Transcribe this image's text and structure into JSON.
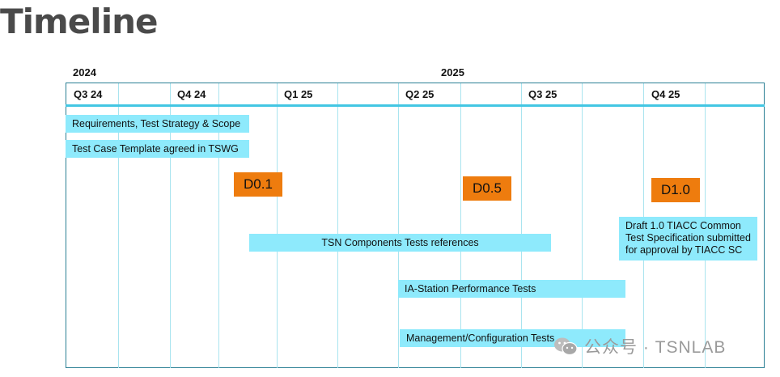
{
  "title": "Timeline",
  "years": [
    "2024",
    "2025"
  ],
  "quarters": [
    "Q3 24",
    "Q4 24",
    "Q1 25",
    "Q2 25",
    "Q3 25",
    "Q4 25"
  ],
  "tasks": {
    "requirements": "Requirements, Test Strategy & Scope",
    "template": "Test Case Template agreed in TSWG",
    "tsn_components": "TSN Components Tests references",
    "ia_station": "IA-Station Performance Tests",
    "management": "Management/Configuration Tests",
    "draft": "Draft 1.0 TIACC Common Test Specification submitted for approval by TIACC SC"
  },
  "milestones": [
    "D0.1",
    "D0.5",
    "D1.0"
  ],
  "watermark": "公众号 · TSNLAB",
  "colors": {
    "task": "#8eeafc",
    "milestone": "#ee7c0e",
    "frame": "#2a7f94",
    "grid": "#a9e4ef"
  }
}
